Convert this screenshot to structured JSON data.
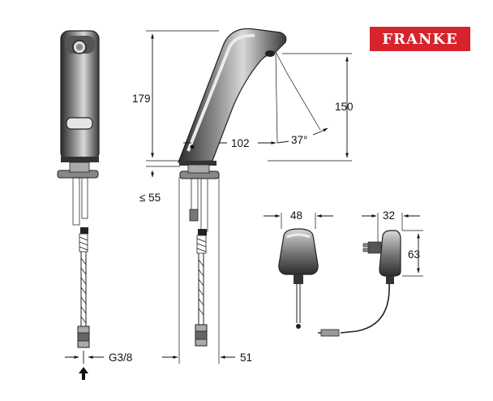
{
  "brand": {
    "logo_text": "FRANKE",
    "logo_color": "#d7232a"
  },
  "dimensions": {
    "spout_height": "179",
    "outlet_height": "150",
    "reach": "102",
    "sensor_angle": "37°",
    "deck_thickness": "≤ 55",
    "base_width": "51",
    "connection_thread": "G3/8",
    "sensor_box_width": "48",
    "adapter_width": "32",
    "adapter_height": "63"
  },
  "icons": {
    "inlet_arrow": "arrow-up-icon"
  }
}
